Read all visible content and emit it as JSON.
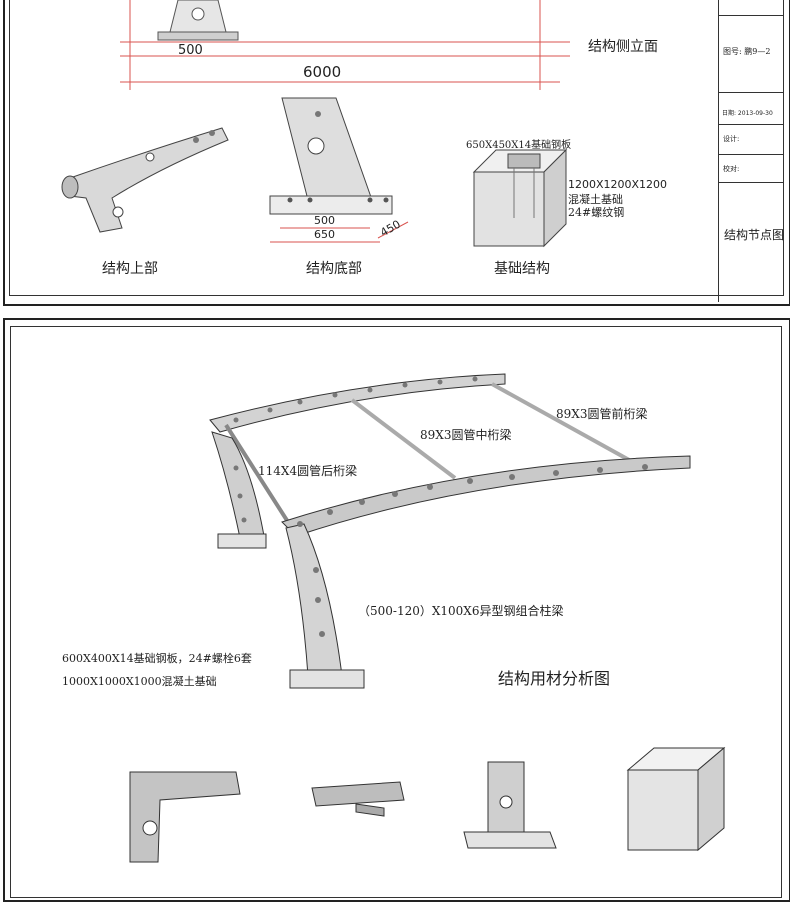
{
  "top_drawing": {
    "dim_500": "500",
    "dim_6000": "6000",
    "view_title": "结构侧立面",
    "base_dims": {
      "w500": "500",
      "w650": "650",
      "d450": "450"
    },
    "foundation_plate": "650X450X14基础钢板",
    "foundation_spec_1": "1200X1200X1200",
    "foundation_spec_2": "混凝土基础",
    "foundation_spec_3": "24#螺纹钢",
    "caption_upper": "结构上部",
    "caption_base": "结构底部",
    "caption_foundation": "基础结构"
  },
  "title_block": {
    "drawing_no": "图号:  鹏9—2",
    "date": "日期:  2013-09-30",
    "design": "设计:",
    "check": "校对:",
    "sheet_title": "结构节点图"
  },
  "bottom_drawing": {
    "label_front_beam": "89X3圆管前桁梁",
    "label_mid_beam": "89X3圆管中桁梁",
    "label_rear_beam": "114X4圆管后桁梁",
    "label_column": "（500-120）X100X6异型钢组合柱梁",
    "label_base_plate": "600X400X14基础钢板，24#螺栓6套",
    "label_concrete": "1000X1000X1000混凝土基础",
    "title": "结构用材分析图"
  },
  "colors": {
    "line": "#222222",
    "redline": "#d9534f",
    "steel": "#d9d9d9",
    "steel_dark": "#8c8c8c"
  }
}
